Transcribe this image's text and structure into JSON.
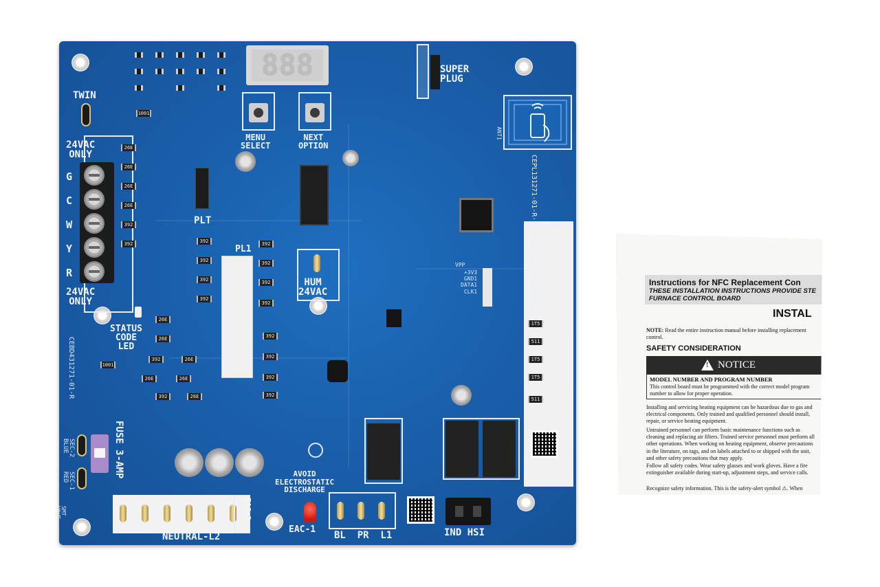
{
  "board": {
    "labels": {
      "twin": "TWIN",
      "supply_top": "24VAC\nONLY",
      "supply_bottom": "24VAC\nONLY",
      "terminals": [
        "G",
        "C",
        "W",
        "Y",
        "R"
      ],
      "menu_select": "MENU\nSELECT",
      "next_option": "NEXT\nOPTION",
      "super_plug": "SUPER\nPLUG",
      "display_digits": "888",
      "status_code_led": "STATUS\nCODE\nLED",
      "plt": "PLT",
      "pl1": "PL1",
      "hum": "HUM\n24VAC",
      "fuse": "FUSE 3-AMP",
      "sec2": "SEC-2\nBLUE",
      "sec1": "SEC-1\nRED",
      "neutral": "NEUTRAL-L2",
      "eac2": "EAC-2",
      "eac1": "EAC-1",
      "bl_pr_l1": "BL  PR  L1",
      "ind_hsi": "IND HSI",
      "avoid": "AVOID\nELECTROSTATIC\nDISCHARGE",
      "smt_wave": "SMT\nWAVE",
      "part_vertical": "CEPL131271-01-R-I  HK42FZ112  0723M224370  V04",
      "part_left": "CEBD431271-01-R",
      "pl6_pins": "+3V3\nGND1\nDATA1\nCLK1",
      "vpp": "VPP",
      "ant1": "ANT1"
    }
  },
  "sheet": {
    "title": "Instructions for NFC Replacement Con",
    "subtitle_1": "THESE INSTALLATION INSTRUCTIONS PROVIDE STE",
    "subtitle_2": "FURNACE CONTROL BOARD",
    "install_heading": "INSTAL",
    "note_label": "NOTE:",
    "note_text": "Read the entire instruction manual before installing replacement control.",
    "safety_heading": "SAFETY CONSIDERATION",
    "notice_label": "NOTICE",
    "notice_heading": "MODEL NUMBER AND PROGRAM NUMBER",
    "notice_text": "This control board must be programmed with the correct model program number to allow for proper operation.",
    "para_1": "Installing and servicing heating equipment can be hazardous due to gas and electrical components. Only trained and qualified personnel should install, repair, or service heating equipment.",
    "para_2": "Untrained personnel can perform basic maintenance functions such as cleaning and replacing air filters. Trained service personnel must perform all other operations. When working on heating equipment, observe precautions in the literature, on tags, and on labels attached to or shipped with the unit, and other safety precautions that may apply.",
    "para_3": "Follow all safety codes. Wear safety glasses and work gloves. Have a fire extinguisher available during start-up, adjustment steps, and service calls.",
    "para_4": "Recognize safety information. This is the safety-alert symbol ⚠. When"
  }
}
